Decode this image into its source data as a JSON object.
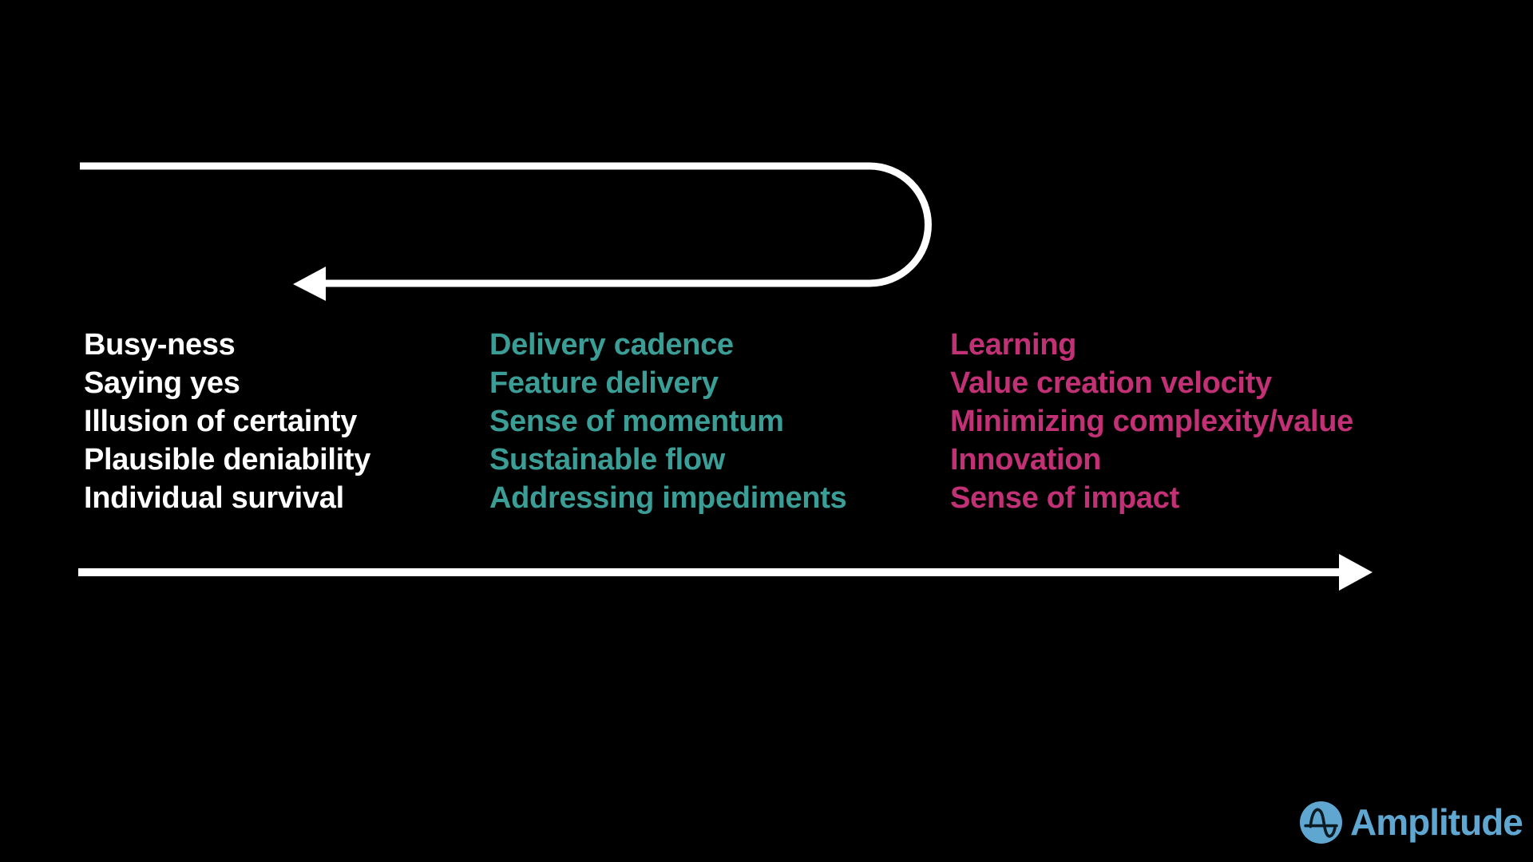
{
  "background": "#000000",
  "columns": [
    {
      "color": "#FFFFFF",
      "items": [
        "Busy-ness",
        "Saying yes",
        "Illusion of certainty",
        "Plausible deniability",
        "Individual survival"
      ]
    },
    {
      "color": "#3B9E96",
      "items": [
        "Delivery cadence",
        "Feature delivery",
        "Sense of momentum",
        "Sustainable flow",
        "Addressing impediments"
      ]
    },
    {
      "color": "#C23075",
      "items": [
        "Learning",
        "Value creation velocity",
        "Minimizing complexity/value",
        "Innovation",
        "Sense of impact"
      ]
    }
  ],
  "arrows": {
    "color": "#FFFFFF"
  },
  "logo": {
    "wordmark": "Amplitude",
    "brand_color": "#5FA7D0",
    "glyph_color": "#0D1B24"
  }
}
